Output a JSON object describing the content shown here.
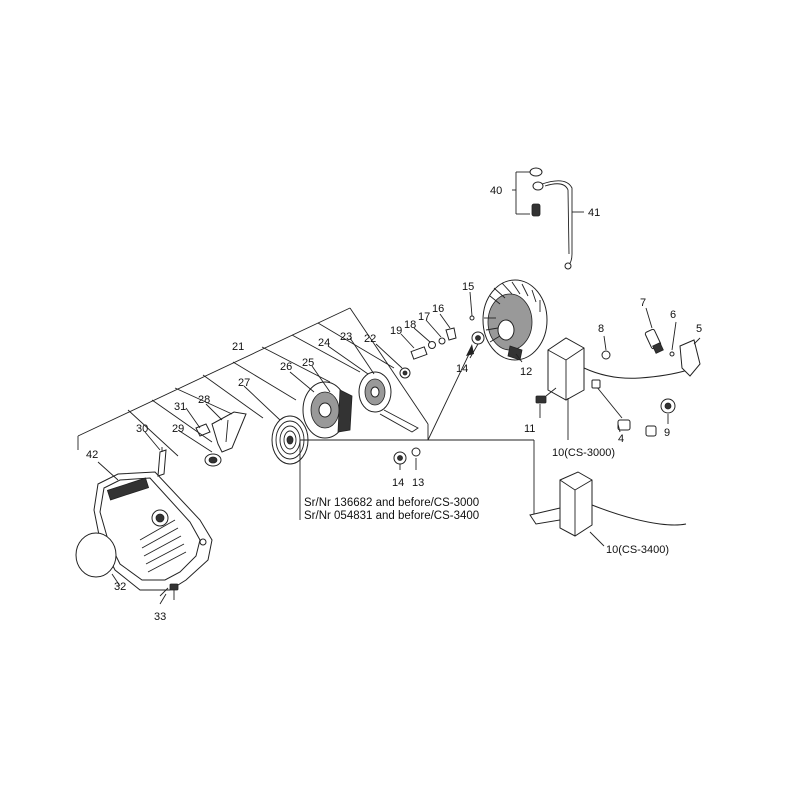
{
  "labels": {
    "p4": "4",
    "p5": "5",
    "p6": "6",
    "p7": "7",
    "p8": "8",
    "p9": "9",
    "p10a": "10(CS-3000)",
    "p10b": "10(CS-3400)",
    "p11": "11",
    "p12": "12",
    "p13": "13",
    "p14a": "14",
    "p14b": "14",
    "p15": "15",
    "p16": "16",
    "p17": "17",
    "p18": "18",
    "p19": "19",
    "p21": "21",
    "p22": "22",
    "p23": "23",
    "p24": "24",
    "p25": "25",
    "p26": "26",
    "p27": "27",
    "p28": "28",
    "p29": "29",
    "p30": "30",
    "p31": "31",
    "p32": "32",
    "p33": "33",
    "p40": "40",
    "p41": "41",
    "p42": "42"
  },
  "note": {
    "line1": "Sr/Nr 136682 and before/CS-3000",
    "line2": "Sr/Nr 054831 and before/CS-3400"
  }
}
